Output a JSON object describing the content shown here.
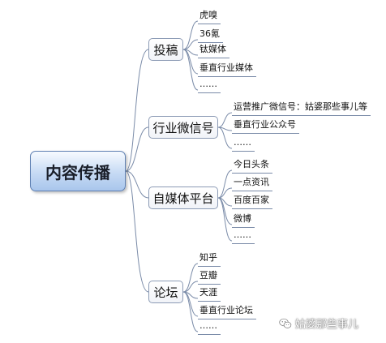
{
  "root": {
    "label": "内容传播"
  },
  "branches": [
    {
      "key": "tougao",
      "label": "投稿",
      "leaves": [
        "虎嗅",
        "36氪",
        "钛媒体",
        "垂直行业媒体",
        "……"
      ]
    },
    {
      "key": "weixin",
      "label": "行业微信号",
      "leaves": [
        "运营推广微信号：姑婆那些事儿等",
        "垂直行业公众号",
        "……"
      ]
    },
    {
      "key": "zimeiti",
      "label": "自媒体平台",
      "leaves": [
        "今日头条",
        "一点资讯",
        "百度百家",
        "微博",
        "……"
      ]
    },
    {
      "key": "luntan",
      "label": "论坛",
      "leaves": [
        "知乎",
        "豆瓣",
        "天涯",
        "垂直行业论坛",
        "……"
      ]
    }
  ],
  "watermark": {
    "text": "姑婆那些事儿",
    "icon": "wechat-icon"
  },
  "colors": {
    "line": "#7a8ba8",
    "root_fill": "#b9d1f0",
    "node_border": "#8c9bb5"
  }
}
